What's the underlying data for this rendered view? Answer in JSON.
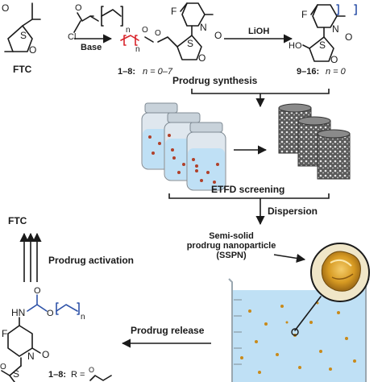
{
  "colors": {
    "ink": "#1a1a1a",
    "red_chain": "#d8232a",
    "blue_chain": "#2f53a8",
    "water": "#bfe0f5",
    "vial_glass": "#dfe7ee",
    "particle": "#c98a1a",
    "nanoparticle_gold": "#d79a22"
  },
  "structure_labels": {
    "ftc": "FTC",
    "final_ftc": "FTC",
    "reagent_cl": "Cl",
    "reagent_o": "O",
    "reagent_n": "n",
    "base": "Base",
    "lioh": "LiOH",
    "prodrug_synthesis": "Prodrug synthesis",
    "series_a_num": "1–8:",
    "series_a_eq": "n = 0–7",
    "series_b_num": "9–16:",
    "series_b_eq": "n = 0",
    "bottom_series_num": "1–8:",
    "bottom_series_r": "R =",
    "bottom_n": "n",
    "atom_s": "S",
    "atom_o": "O",
    "atom_n": "N",
    "atom_f": "F",
    "atom_ho": "HO",
    "atom_hn": "HN"
  },
  "process_labels": {
    "etfd": "ETFD screening",
    "dispersion": "Dispersion",
    "sspn_line1": "Semi-solid",
    "sspn_line2": "prodrug nanoparticle",
    "sspn_line3": "(SSPN)",
    "prodrug_activation": "Prodrug activation",
    "prodrug_release": "Prodrug release"
  }
}
